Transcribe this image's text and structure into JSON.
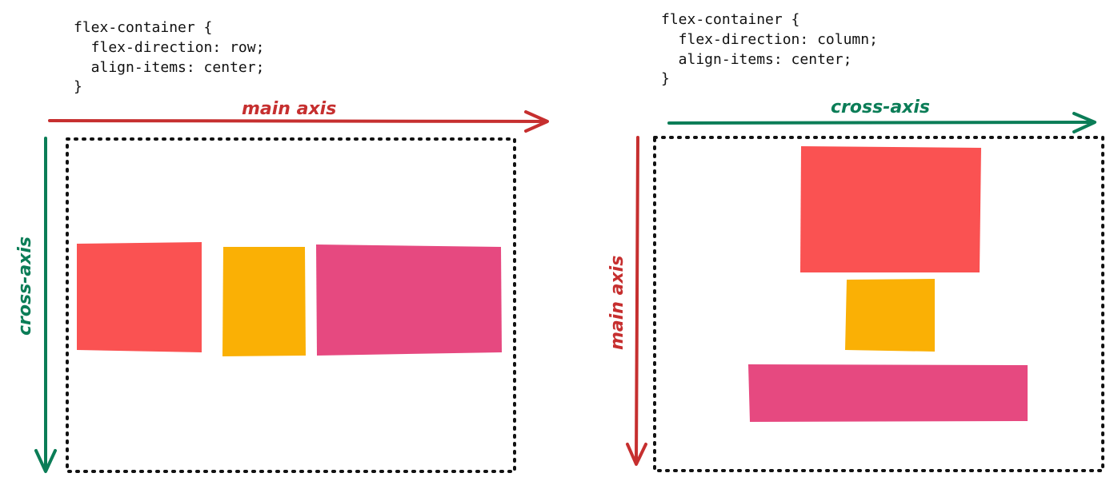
{
  "colors": {
    "main_axis": "#c62f2f",
    "cross_axis": "#0b7d57",
    "container_border": "#111111",
    "item_red": "#fa5252",
    "item_yellow": "#fab005",
    "item_pink": "#e64980"
  },
  "left": {
    "code": [
      "flex-container {",
      "  flex-direction: row;",
      "  align-items: center;",
      "}"
    ],
    "main_axis_label": "main axis",
    "cross_axis_label": "cross-axis"
  },
  "right": {
    "code": [
      "flex-container {",
      "  flex-direction: column;",
      "  align-items: center;",
      "}"
    ],
    "main_axis_label": "main axis",
    "cross_axis_label": "cross-axis"
  }
}
